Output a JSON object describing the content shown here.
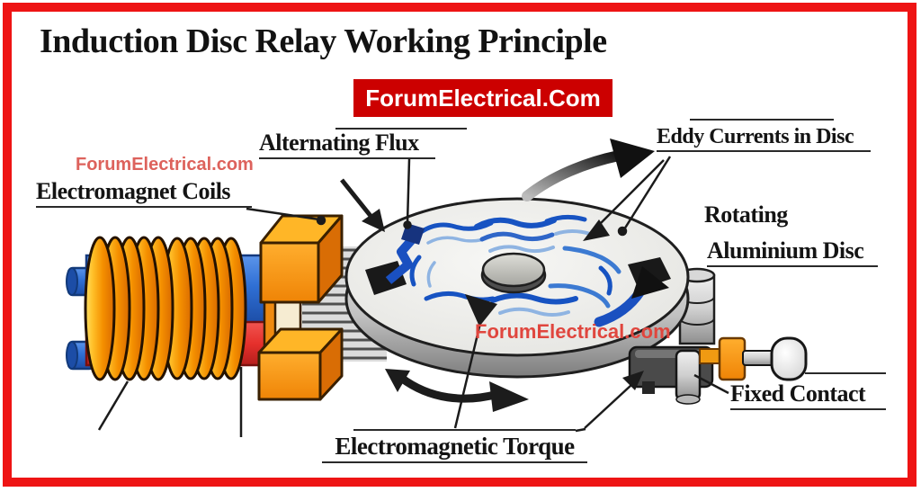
{
  "title": "Induction Disc Relay Working Principle",
  "banner": {
    "text": "ForumElectrical.Com",
    "bg_color": "#cc0000",
    "text_color": "#ffffff"
  },
  "watermarks": {
    "upper_left": "ForumElectrical.com",
    "on_disc": "ForumElectrical.com",
    "color": "#dd625c"
  },
  "labels": {
    "electromagnet_coils": "Electromagnet Coils",
    "alternating_flux": "Alternating Flux",
    "eddy_currents_in_disc": "Eddy Currents in Disc",
    "rotating_line1": "Rotating",
    "rotating_line2": "Aluminium Disc",
    "fixed_contact": "Fixed Contact",
    "electromagnetic_torque": "Electromagnetic Torque"
  },
  "colors": {
    "frame_red": "#ee1414",
    "banner_red": "#cc0000",
    "coil_orange": "#f59000",
    "core_blue": "#2f6fd4",
    "core_red": "#e6302c",
    "yoke_orange": "#f79a16",
    "disc_gray": "#ededeb",
    "eddy_blue": "#1753c2",
    "arrow_black": "#1c1c1c"
  },
  "diagram_parts": [
    "electromagnet-coils-graphic",
    "coil-terminals",
    "magnet-yoke-graphic",
    "flux-laminations",
    "aluminium-disc-graphic",
    "disc-hub",
    "eddy-current-swirls",
    "flux-arrow",
    "rotation-arrow",
    "torque-arrow",
    "spindle-graphic",
    "fixed-contact-assembly",
    "leader-lines"
  ]
}
